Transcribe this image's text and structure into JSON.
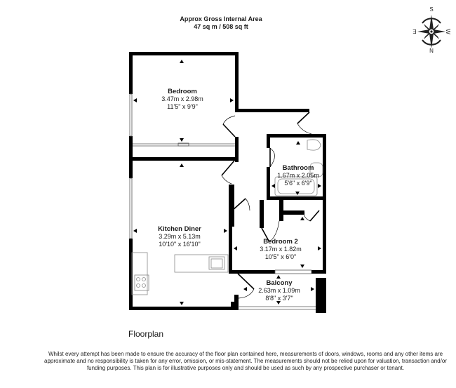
{
  "header": {
    "title": "Approx Gross Internal Area",
    "area": "47 sq m / 508 sq ft"
  },
  "compass": {
    "icon": "compass-rose-icon",
    "top": "S",
    "bottom": "N",
    "left": "E",
    "right": "W"
  },
  "rooms": [
    {
      "name": "Bedroom",
      "metric": "3.47m x 2.98m",
      "imperial": "11'5\" x 9'9\""
    },
    {
      "name": "Bathroom",
      "metric": "1.67m x 2.05m",
      "imperial": "5'6\" x 6'9\""
    },
    {
      "name": "Kitchen Diner",
      "metric": "3.29m x 5.13m",
      "imperial": "10'10\" x 16'10\""
    },
    {
      "name": "Bedroom 2",
      "metric": "3.17m x 1.82m",
      "imperial": "10'5\" x 6'0\""
    },
    {
      "name": "Balcony",
      "metric": "2.63m x 1.09m",
      "imperial": "8'8\" x 3'7\""
    }
  ],
  "caption": "Floorplan",
  "disclaimer": "Whilst every attempt has been made to ensure the accuracy of the floor plan contained here, measurements of doors, windows, rooms and any other items are approximate and no responsibility is taken for any error, omission, or mis-statement. The measurements should not be relied upon for valuation, transaction and/or funding purposes. This plan is for illustrative purposes only and should be used as such by any prospective purchaser or tenant."
}
